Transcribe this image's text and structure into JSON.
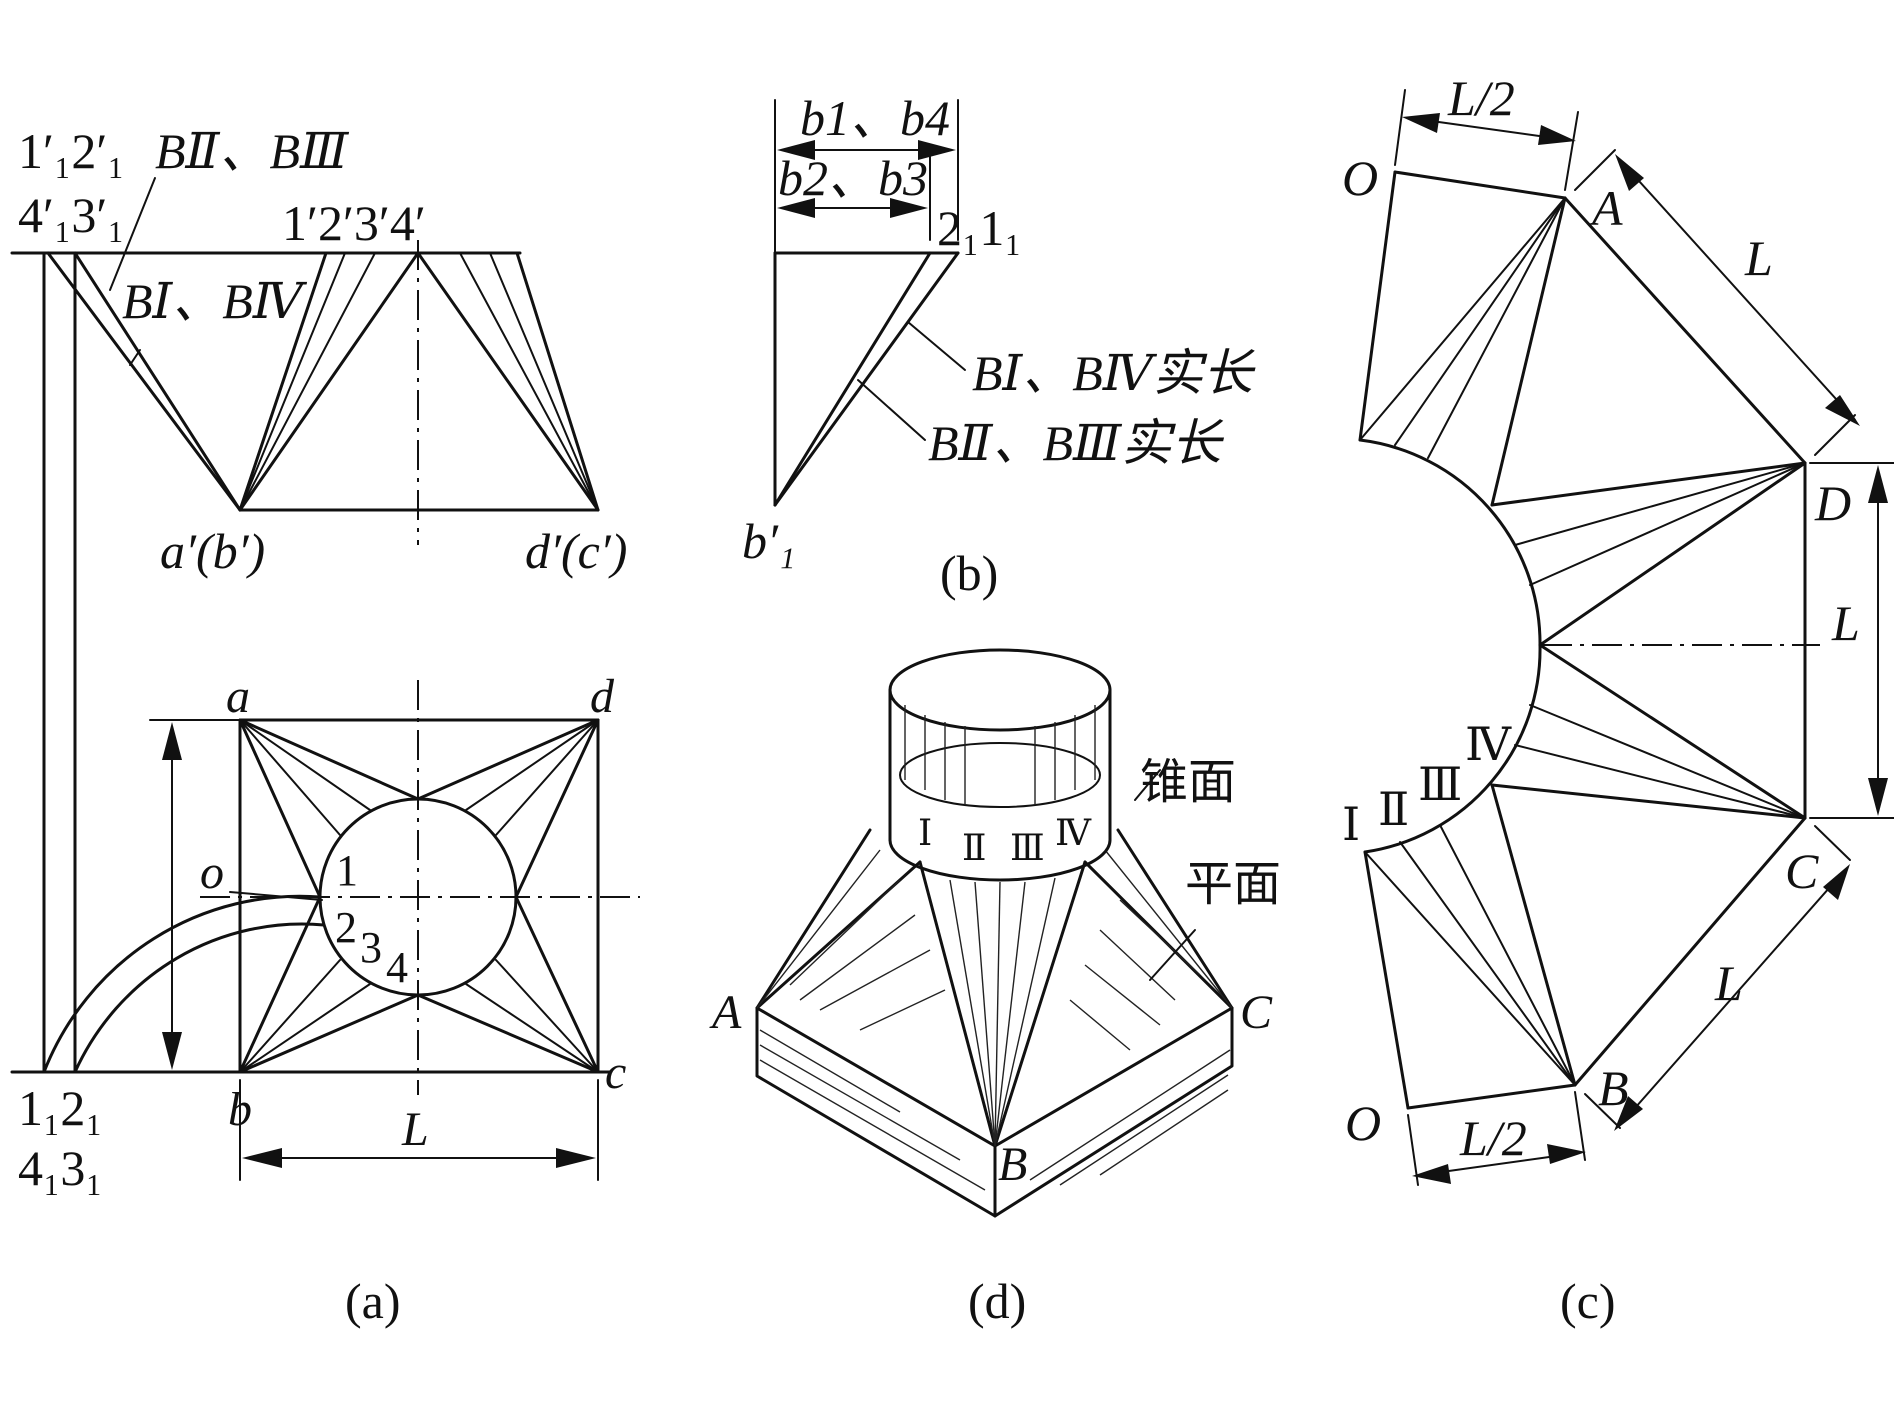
{
  "figure": {
    "panel_a": {
      "caption": "(a)",
      "front_view": {
        "top_left_label_1": "1′₁2′₁",
        "top_left_label_2": "4′₁3′₁",
        "label_bII_bIII": "BⅡ、BⅢ",
        "label_bI_bIV": "BⅠ、BⅣ",
        "top_points_label": "1′2′3′4′",
        "bottom_left_label": "a′(b′)",
        "bottom_right_label": "d′(c′)"
      },
      "top_view": {
        "corner_a": "a",
        "corner_b": "b",
        "corner_c": "c",
        "corner_d": "d",
        "center_o": "o",
        "point_1": "1",
        "point_2": "2",
        "point_3": "3",
        "point_4": "4",
        "dimension_L": "L",
        "bottom_left_label_1": "1₁2₁",
        "bottom_left_label_2": "4₁3₁"
      }
    },
    "panel_b": {
      "caption": "(b)",
      "dim_top": "b1、b4",
      "dim_second": "b2、b3",
      "corner_label": "2₁1₁",
      "bottom_label": "b′₁",
      "true_length_1": "BⅠ、BⅣ实长",
      "true_length_2": "BⅡ、BⅢ实长"
    },
    "panel_c": {
      "caption": "(c)",
      "label_O_top": "O",
      "label_O_bottom": "O",
      "label_A": "A",
      "label_B": "B",
      "label_C": "C",
      "label_D": "D",
      "dim_half_top": "L/2",
      "dim_half_bottom": "L/2",
      "dim_L_AD": "L",
      "dim_L_DC": "L",
      "dim_L_CB": "L",
      "roman_I": "Ⅰ",
      "roman_II": "Ⅱ",
      "roman_III": "Ⅲ",
      "roman_IV": "Ⅳ"
    },
    "panel_d": {
      "caption": "(d)",
      "label_A": "A",
      "label_B": "B",
      "label_C": "C",
      "label_cone": "锥面",
      "label_plane": "平面",
      "roman_I": "Ⅰ",
      "roman_II": "Ⅱ",
      "roman_III": "Ⅲ",
      "roman_IV": "Ⅳ"
    }
  }
}
